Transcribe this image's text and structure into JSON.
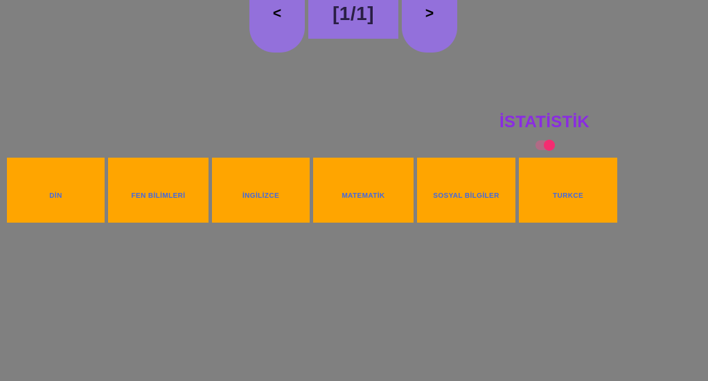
{
  "pagination": {
    "prev_label": "<",
    "indicator": "[1/1]",
    "next_label": ">",
    "accent_color": "#9370DB"
  },
  "stats": {
    "title": "İSTATİSTİK",
    "title_color": "#8A2BE2",
    "toggle": {
      "state": "on",
      "knob_color": "#F42C71",
      "track_color": "#B06A85"
    }
  },
  "cards": {
    "background_color": "#FFA500",
    "label_color": "#4169E1",
    "items": [
      {
        "label": "DİN",
        "width": 141
      },
      {
        "label": "FEN BİLİMLERİ",
        "width": 145
      },
      {
        "label": "İNGİLİZCE",
        "width": 141
      },
      {
        "label": "MATEMATİK",
        "width": 145
      },
      {
        "label": "SOSYAL BİLGİLER",
        "width": 142
      },
      {
        "label": "TURKCE",
        "width": 142
      }
    ]
  },
  "page": {
    "background_color": "#808080"
  }
}
